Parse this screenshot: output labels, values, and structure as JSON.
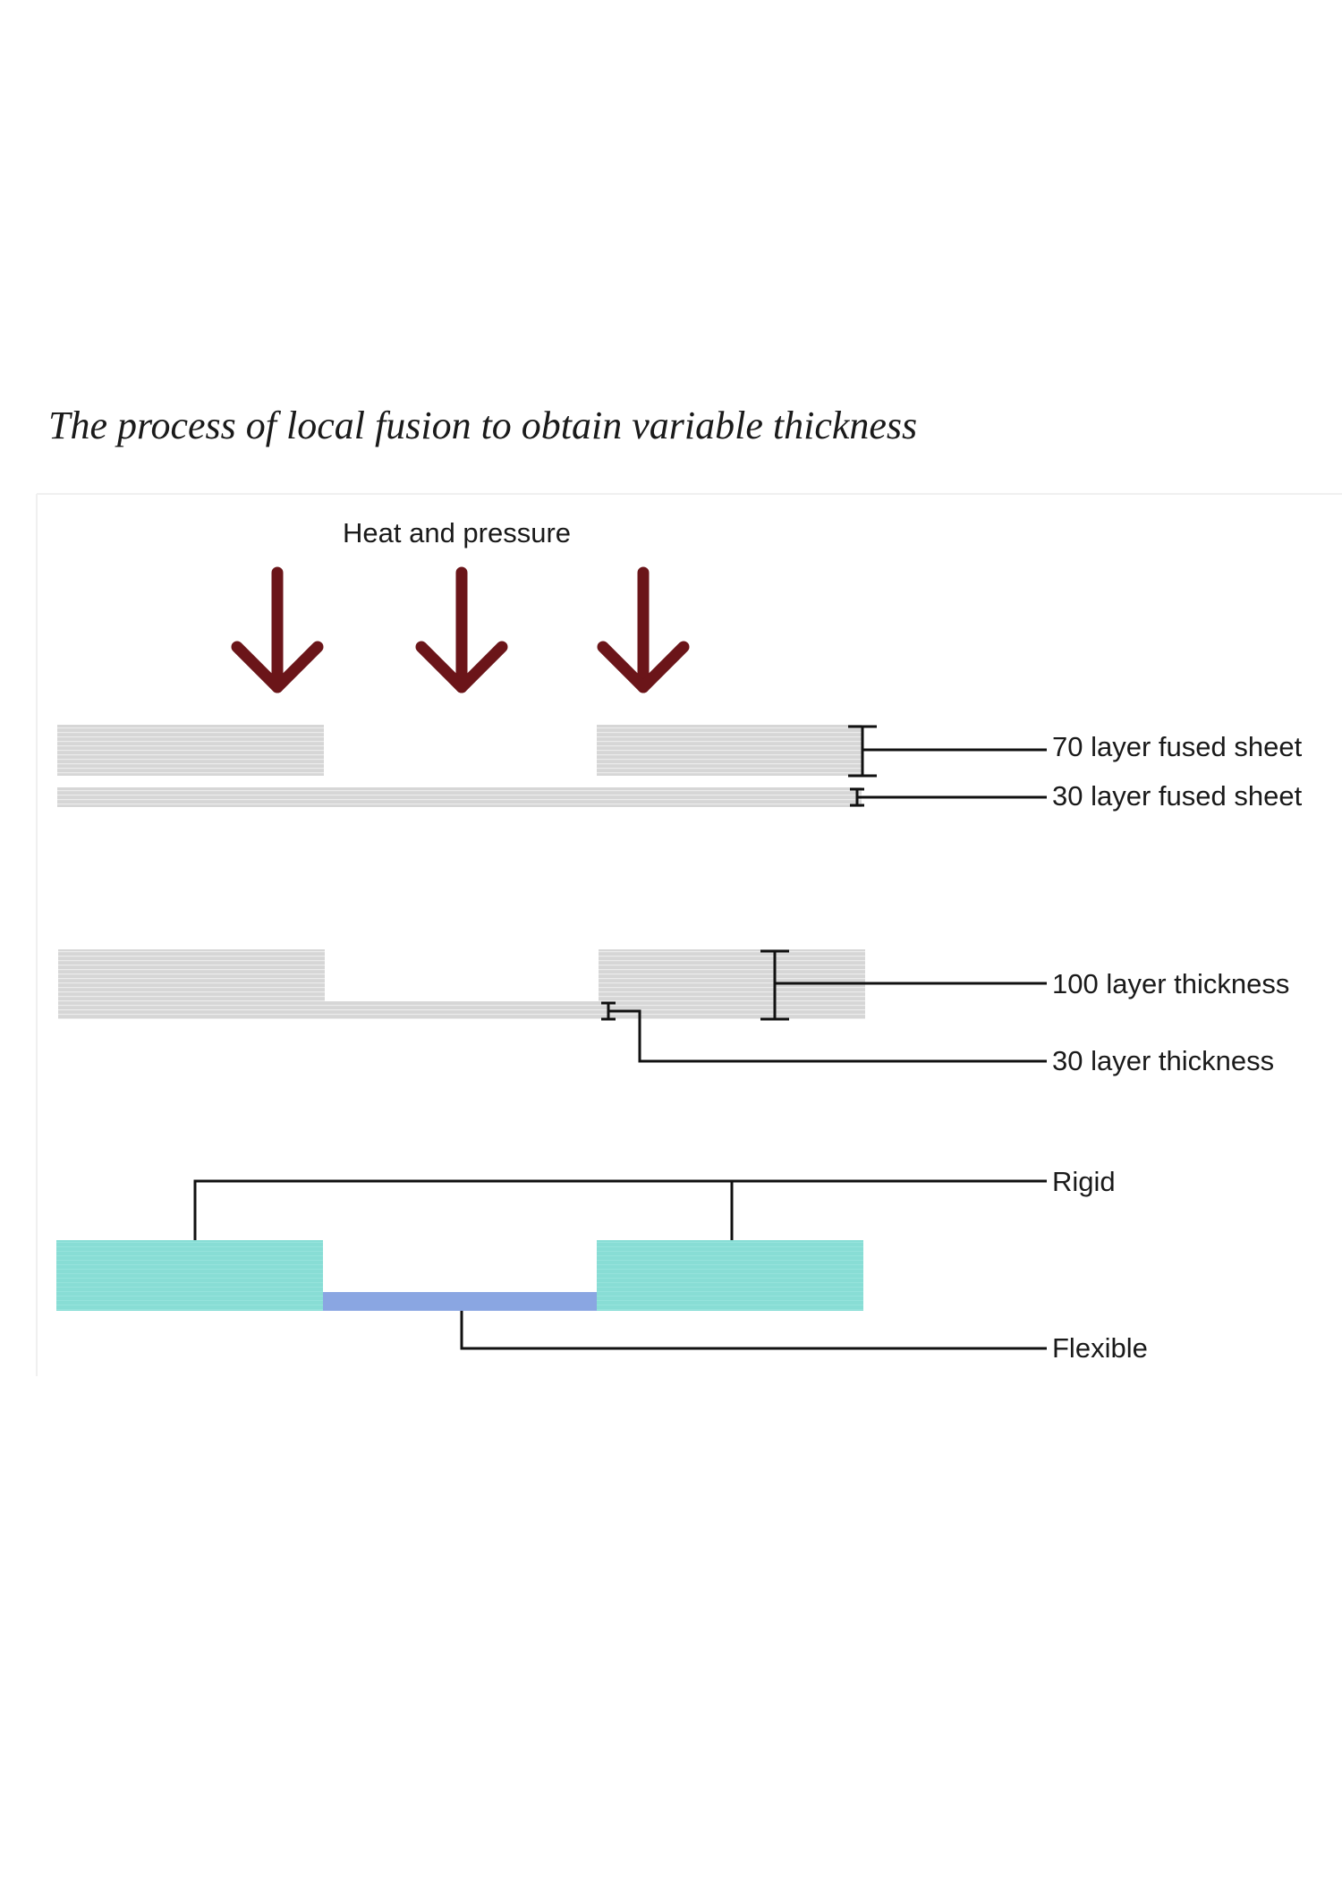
{
  "title": "The process of local fusion to obtain variable thickness",
  "diagram": {
    "heat_label": "Heat and pressure",
    "labels": {
      "fused_70": "70 layer fused sheet",
      "fused_30": "30 layer fused sheet",
      "thickness_100": "100 layer thickness",
      "thickness_30": "30 layer thickness",
      "rigid": "Rigid",
      "flexible": "Flexible"
    },
    "colors": {
      "arrow": "#6b1519",
      "layers": "#d6d6d6",
      "layer_lines": "#ececec",
      "rigid": "#88ddd5",
      "flexible": "#8aa6e2",
      "leader": "#111111"
    }
  }
}
